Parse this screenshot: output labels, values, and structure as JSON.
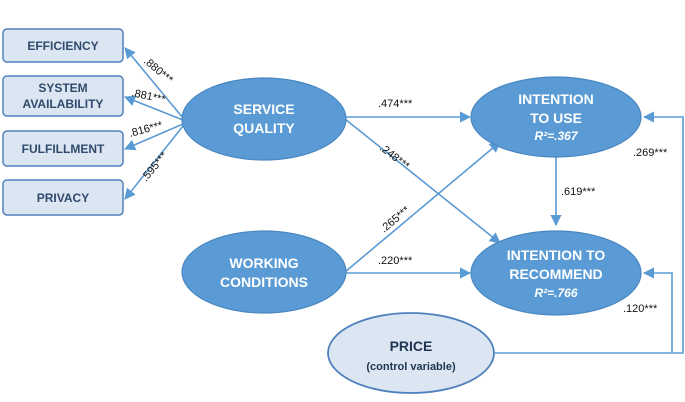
{
  "indicators": [
    {
      "id": "efficiency",
      "label": "EFFICIENCY",
      "loading": ".880***"
    },
    {
      "id": "system-availability",
      "label_lines": [
        "SYSTEM",
        "AVAILABILITY"
      ],
      "loading": ".881***"
    },
    {
      "id": "fulfillment",
      "label": "FULFILLMENT",
      "loading": ".816***"
    },
    {
      "id": "privacy",
      "label": "PRIVACY",
      "loading": ".595***"
    }
  ],
  "constructs": {
    "service_quality": {
      "lines": [
        "SERVICE",
        "QUALITY"
      ]
    },
    "working_conditions": {
      "lines": [
        "WORKING",
        "CONDITIONS"
      ]
    },
    "intention_to_use": {
      "lines": [
        "INTENTION",
        "TO USE"
      ],
      "r2": "R²=.367"
    },
    "intention_to_recommend": {
      "lines": [
        "INTENTION TO",
        "RECOMMEND"
      ],
      "r2": "R²=.766"
    },
    "price": {
      "label": "PRICE",
      "sub": "(control variable)"
    }
  },
  "paths": {
    "sq_to_use": ".474***",
    "sq_to_recommend": ".248***",
    "wc_to_use": ".265***",
    "wc_to_recommend": ".220***",
    "use_to_recommend": ".619***",
    "price_to_use": ".269***",
    "price_to_recommend": ".120***"
  },
  "colors": {
    "construct_fill": "#5b9bd5",
    "indicator_fill": "#dce6f2",
    "indicator_stroke": "#4f81bd",
    "price_fill": "#dce6f2",
    "arrow": "#5b9bd5"
  }
}
